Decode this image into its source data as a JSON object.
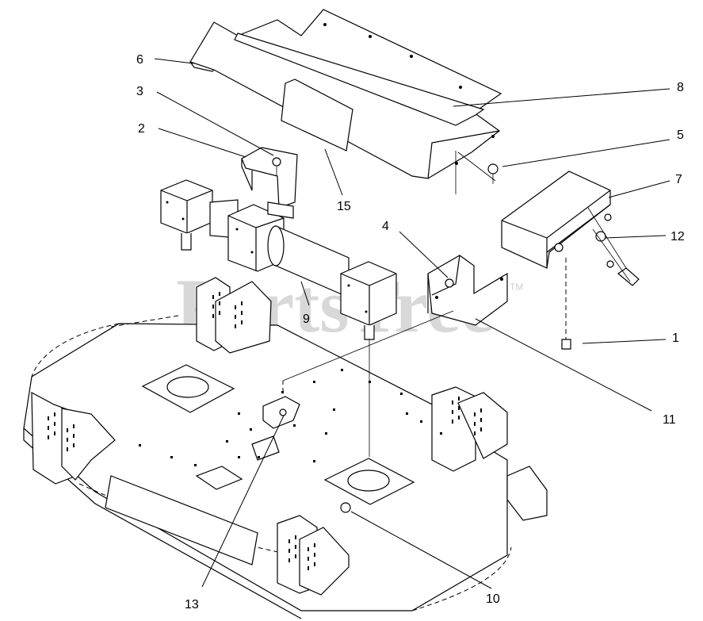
{
  "watermark": {
    "text": "PartsTree",
    "tm": "TM"
  },
  "callouts": [
    {
      "id": "1",
      "label": "1"
    },
    {
      "id": "2",
      "label": "2"
    },
    {
      "id": "3",
      "label": "3"
    },
    {
      "id": "4",
      "label": "4"
    },
    {
      "id": "5",
      "label": "5"
    },
    {
      "id": "6",
      "label": "6"
    },
    {
      "id": "7",
      "label": "7"
    },
    {
      "id": "8",
      "label": "8"
    },
    {
      "id": "9",
      "label": "9"
    },
    {
      "id": "10",
      "label": "10"
    },
    {
      "id": "11",
      "label": "11"
    },
    {
      "id": "12",
      "label": "12"
    },
    {
      "id": "13",
      "label": "13"
    },
    {
      "id": "15",
      "label": "15"
    }
  ]
}
